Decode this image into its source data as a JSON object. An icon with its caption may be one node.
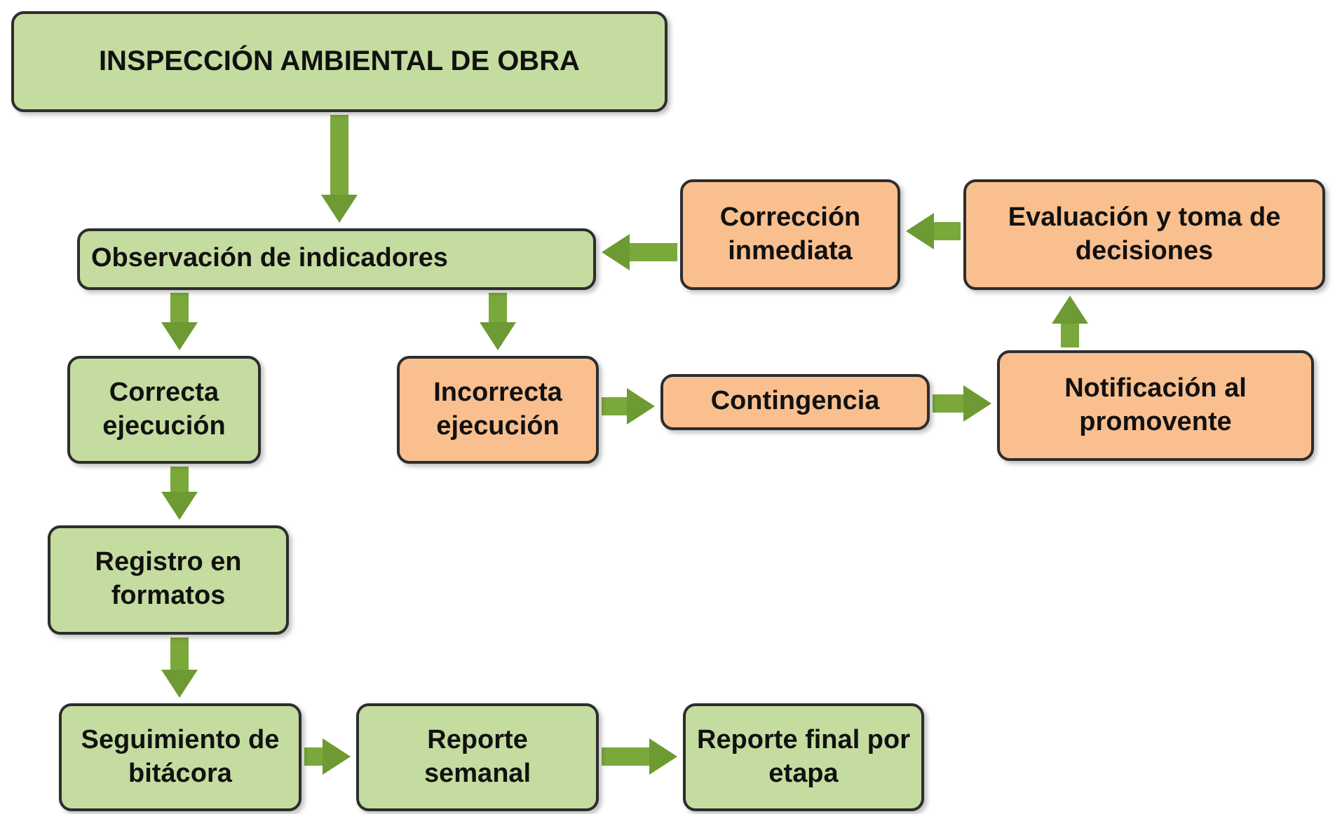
{
  "diagram": {
    "nodes": [
      {
        "text": [
          "INSPECCIÓN AMBIENTAL DE OBRA"
        ]
      },
      {
        "text": [
          "Observación de indicadores"
        ]
      },
      {
        "text": [
          "Corrección inmediata"
        ]
      },
      {
        "text": [
          "Evaluación y toma de decisiones"
        ]
      },
      {
        "text": [
          "Correcta ejecución"
        ]
      },
      {
        "text": [
          "Incorrecta ejecución"
        ]
      },
      {
        "text": [
          "Contingencia"
        ]
      },
      {
        "text": [
          "Notificación al promovente"
        ]
      },
      {
        "text": [
          "Registro en formatos"
        ]
      },
      {
        "text": [
          "Seguimiento de bitácora"
        ]
      },
      {
        "text": [
          "Reporte semanal"
        ]
      },
      {
        "text": [
          "Reporte final por etapa"
        ]
      }
    ],
    "edges": [
      {
        "from": 0,
        "to": 1,
        "arrow": "to"
      },
      {
        "from": 1,
        "to": 4,
        "arrow": "to"
      },
      {
        "from": 1,
        "to": 5,
        "arrow": "to"
      },
      {
        "from": 5,
        "to": 6,
        "arrow": "to"
      },
      {
        "from": 6,
        "to": 7,
        "arrow": "to"
      },
      {
        "from": 7,
        "to": 3,
        "arrow": "to"
      },
      {
        "from": 3,
        "to": 2,
        "arrow": "to"
      },
      {
        "from": 2,
        "to": 1,
        "arrow": "to"
      },
      {
        "from": 4,
        "to": 8,
        "arrow": "to"
      },
      {
        "from": 8,
        "to": 9,
        "arrow": "to"
      },
      {
        "from": 9,
        "to": 10,
        "arrow": "to"
      },
      {
        "from": 10,
        "to": 11,
        "arrow": "to"
      }
    ]
  }
}
